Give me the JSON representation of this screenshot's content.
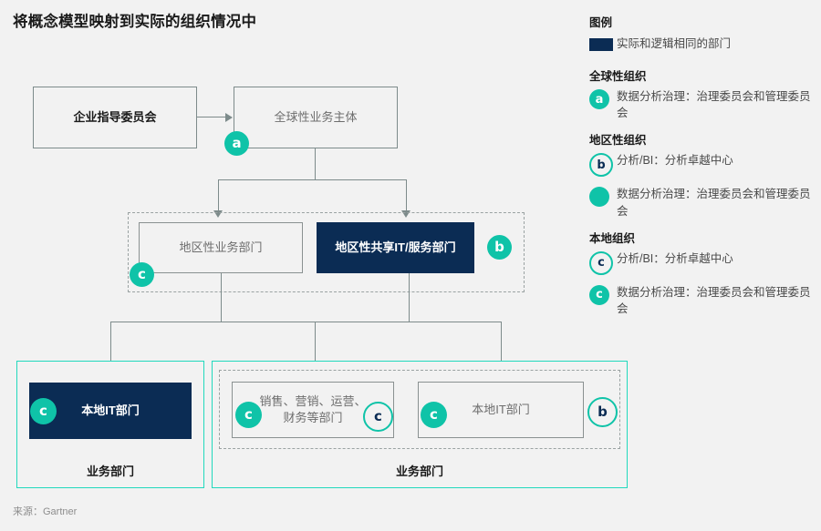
{
  "page": {
    "title": "将概念模型映射到实际的组织情况中",
    "source": "来源：Gartner",
    "colors": {
      "background": "#f2f2f2",
      "navy": "#0b2c54",
      "teal": "#0fc3a8",
      "teal_border": "#21d9bd",
      "line": "#7d8b8b",
      "text_dark": "#1a1a1a",
      "text_muted": "#6d6d6d"
    }
  },
  "diagram": {
    "enterprise_steering": {
      "label": "企业指导委员会"
    },
    "global_business_entity": {
      "label": "全球性业务主体",
      "badge": "a"
    },
    "regional": {
      "business_unit": {
        "label": "地区性业务部门",
        "badge": "c"
      },
      "shared_it": {
        "label": "地区性共享IT/服务部门",
        "badge": "b"
      }
    },
    "local_left": {
      "it_dept": {
        "label": "本地IT部门",
        "badge": "c"
      },
      "caption": "业务部门"
    },
    "local_right": {
      "functions": {
        "label_line1": "销售、营销、运营、",
        "label_line2": "财务等部门",
        "badge_left": "c",
        "badge_right": "c"
      },
      "it_dept": {
        "label": "本地IT部门",
        "badge": "c"
      },
      "badge_outer": "b",
      "caption": "业务部门"
    }
  },
  "legend": {
    "title": "图例",
    "swatch_row": {
      "label": "实际和逻辑相同的部门"
    },
    "groups": [
      {
        "heading": "全球性组织",
        "items": [
          {
            "badge": "a",
            "style": "fill",
            "text": "数据分析治理：治理委员会和管理委员会"
          }
        ]
      },
      {
        "heading": "地区性组织",
        "items": [
          {
            "badge": "b",
            "style": "ring",
            "text": "分析/BI：分析卓越中心"
          },
          {
            "badge": "",
            "style": "blank",
            "text": "数据分析治理：治理委员会和管理委员会"
          }
        ]
      },
      {
        "heading": "本地组织",
        "items": [
          {
            "badge": "c",
            "style": "ring",
            "text": "分析/BI：分析卓越中心"
          },
          {
            "badge": "c",
            "style": "fill",
            "text": "数据分析治理：治理委员会和管理委员会"
          }
        ]
      }
    ]
  }
}
